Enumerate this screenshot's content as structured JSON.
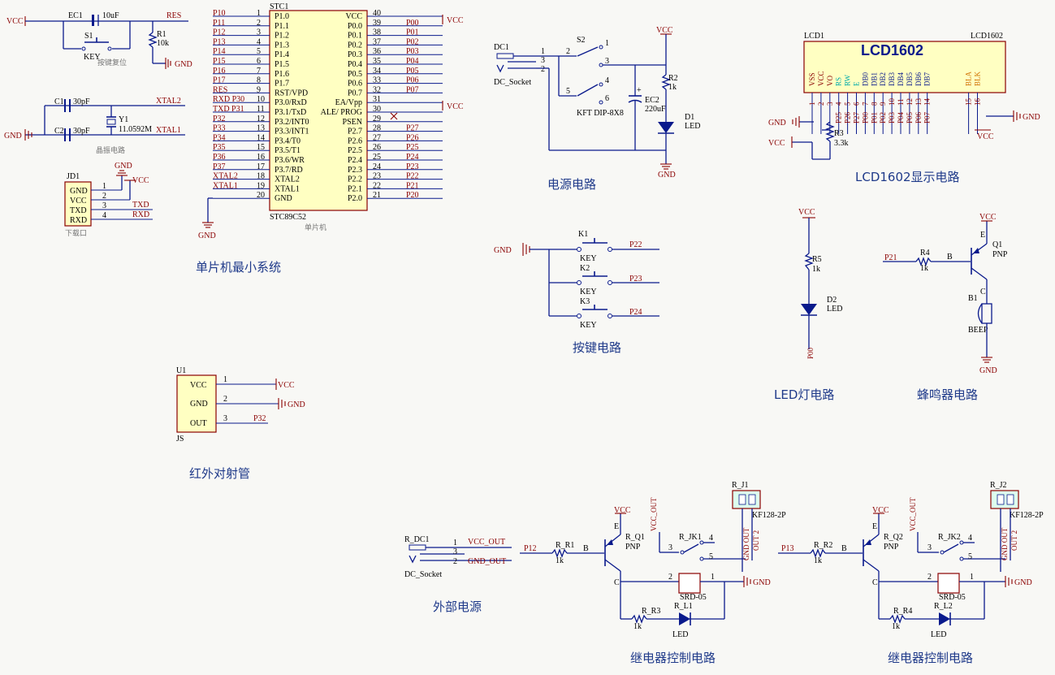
{
  "captions": {
    "mcu": "单片机最小系统",
    "power": "电源电路",
    "lcd": "LCD1602显示电路",
    "keys": "按键电路",
    "led": "LED灯电路",
    "buzzer": "蜂鸣器电路",
    "ir": "红外对射管",
    "ext_power": "外部电源",
    "relay1": "继电器控制电路",
    "relay2": "继电器控制电路"
  },
  "nets": {
    "vcc": "VCC",
    "gnd": "GND",
    "res": "RES",
    "xtal1": "XTAL1",
    "xtal2": "XTAL2",
    "txd": "TXD",
    "rxd": "RXD",
    "p32": "P32",
    "p22": "P22",
    "p23": "P23",
    "p24": "P24",
    "p21": "P21",
    "p00": "P00",
    "p12": "P12",
    "p13": "P13",
    "vcc_out": "VCC_OUT",
    "gnd_out": "GND_OUT",
    "b": "B"
  },
  "reset": {
    "ec1": "EC1",
    "ec1_val": "10uF",
    "s1": "S1",
    "key": "KEY",
    "r1": "R1",
    "r1_val": "10k",
    "note": "按键复位"
  },
  "crystal": {
    "c1": "C1",
    "c1_val": "30pF",
    "c2": "C2",
    "c2_val": "30pF",
    "y1": "Y1",
    "y1_val": "11.0592M",
    "note": "晶振电路"
  },
  "download": {
    "ref": "JD1",
    "note": "下载口",
    "pins": [
      "GND",
      "VCC",
      "TXD",
      "RXD"
    ],
    "nums": [
      "1",
      "2",
      "3",
      "4"
    ]
  },
  "mcu": {
    "ref": "STC1",
    "part": "STC89C52",
    "note": "单片机",
    "left_nets": [
      "P10",
      "P11",
      "P12",
      "P13",
      "P14",
      "P15",
      "P16",
      "P17",
      "RES",
      "RXD P30",
      "TXD P31",
      "P32",
      "P33",
      "P34",
      "P35",
      "P36",
      "P37",
      "XTAL2",
      "XTAL1",
      ""
    ],
    "left_nums": [
      "1",
      "2",
      "3",
      "4",
      "5",
      "6",
      "7",
      "8",
      "9",
      "10",
      "11",
      "12",
      "13",
      "14",
      "15",
      "16",
      "17",
      "18",
      "19",
      "20"
    ],
    "left_pins": [
      "P1.0",
      "P1.1",
      "P1.2",
      "P1.3",
      "P1.4",
      "P1.5",
      "P1.6",
      "P1.7",
      "RST/VPD",
      "P3.0/RxD",
      "P3.1/TxD",
      "P3.2/INT0",
      "P3.3/INT1",
      "P3.4/T0",
      "P3.5/T1",
      "P3.6/WR",
      "P3.7/RD",
      "XTAL2",
      "XTAL1",
      "GND"
    ],
    "right_pins": [
      "VCC",
      "P0.0",
      "P0.1",
      "P0.2",
      "P0.3",
      "P0.4",
      "P0.5",
      "P0.6",
      "P0.7",
      "EA/Vpp",
      "ALE/ PROG",
      "PSEN",
      "P2.7",
      "P2.6",
      "P2.5",
      "P2.4",
      "P2.3",
      "P2.2",
      "P2.1",
      "P2.0"
    ],
    "right_nums": [
      "40",
      "39",
      "38",
      "37",
      "36",
      "35",
      "34",
      "33",
      "32",
      "31",
      "30",
      "29",
      "28",
      "27",
      "26",
      "25",
      "24",
      "23",
      "22",
      "21"
    ],
    "right_nets": [
      "VCC",
      "P00",
      "P01",
      "P02",
      "P03",
      "P04",
      "P05",
      "P06",
      "P07",
      "VCC",
      "",
      "",
      "P27",
      "P26",
      "P25",
      "P24",
      "P23",
      "P22",
      "P21",
      "P20"
    ]
  },
  "power": {
    "dc1": "DC1",
    "dc_socket": "DC_Socket",
    "s2": "S2",
    "switch_part": "KFT DIP-8X8",
    "ec2": "EC2",
    "ec2_val": "220uF",
    "r2": "R2",
    "r2_val": "1k",
    "d1": "D1",
    "d1_val": "LED",
    "dc_nums": [
      "1",
      "3",
      "2"
    ],
    "sw_nums": [
      "2",
      "1",
      "3",
      "5",
      "4",
      "6"
    ]
  },
  "lcd": {
    "ref": "LCD1",
    "title": "LCD1602",
    "ref2": "LCD1602",
    "pins": [
      "VSS",
      "VCC",
      "VO",
      "RS",
      "RW",
      "E",
      "DB0",
      "DB1",
      "DB2",
      "DB3",
      "DB4",
      "DB5",
      "DB6",
      "DB7",
      "BLA",
      "BLK"
    ],
    "nums": [
      "1",
      "2",
      "3",
      "4",
      "5",
      "6",
      "7",
      "8",
      "9",
      "10",
      "11",
      "12",
      "13",
      "14",
      "15",
      "16"
    ],
    "nets": [
      "",
      "",
      "",
      "P25",
      "P26",
      "P27",
      "P00",
      "P01",
      "P02",
      "P03",
      "P04",
      "P05",
      "P06",
      "P07",
      "",
      ""
    ],
    "r3": "R3",
    "r3_val": "3.3k"
  },
  "keys": {
    "k1": "K1",
    "k2": "K2",
    "k3": "K3",
    "key": "KEY"
  },
  "led": {
    "r5": "R5",
    "r5_val": "1k",
    "d2": "D2",
    "d2_val": "LED"
  },
  "buzzer": {
    "r4": "R4",
    "r4_val": "1k",
    "q1": "Q1",
    "q1_type": "PNP",
    "b1": "B1",
    "b1_val": "BEEP",
    "e": "E",
    "c": "C"
  },
  "ir": {
    "ref": "U1",
    "part": "JS",
    "pins": [
      "VCC",
      "GND",
      "OUT"
    ],
    "nums": [
      "1",
      "2",
      "3"
    ]
  },
  "ext_power": {
    "ref": "R_DC1",
    "socket": "DC_Socket",
    "nums": [
      "1",
      "3",
      "2"
    ]
  },
  "relay1": {
    "rr1": "R_R1",
    "rr1_val": "1k",
    "q": "R_Q1",
    "q_type": "PNP",
    "jk": "R_JK1",
    "jk_part": "SRD-05",
    "j": "R_J1",
    "j_part": "KF128-2P",
    "rr3": "R_R3",
    "rr3_val": "1k",
    "l": "R_L1",
    "l_val": "LED",
    "out_pins": [
      "GND OUT",
      "OUT 2"
    ],
    "nums": [
      "3",
      "4",
      "5",
      "2",
      "1",
      "1",
      "2"
    ]
  },
  "relay2": {
    "rr1": "R_R2",
    "rr1_val": "1k",
    "q": "R_Q2",
    "q_type": "PNP",
    "jk": "R_JK2",
    "jk_part": "SRD-05",
    "j": "R_J2",
    "j_part": "KF128-2P",
    "rr3": "R_R4",
    "rr3_val": "1k",
    "l": "R_L2",
    "l_val": "LED",
    "out_pins": [
      "GND OUT",
      "OUT 2"
    ],
    "nums": [
      "3",
      "4",
      "5",
      "2",
      "1",
      "1",
      "2"
    ]
  }
}
